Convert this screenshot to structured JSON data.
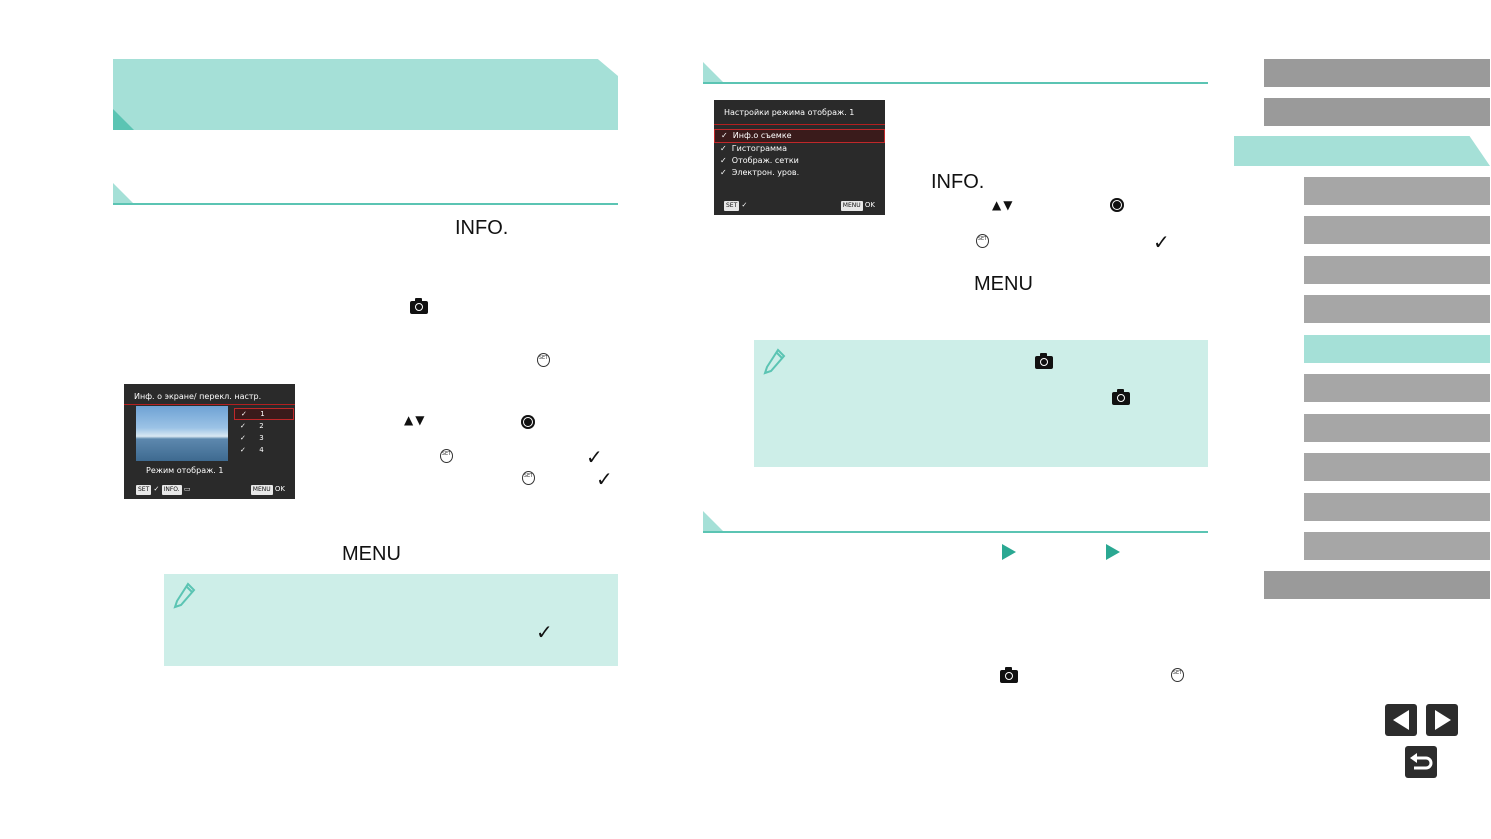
{
  "key_labels": {
    "info": "INFO.",
    "menu": "MENU"
  },
  "screen_custom_display": {
    "title": "Инф. о экране/ перекл. настр.",
    "options": [
      "1",
      "2",
      "3",
      "4"
    ],
    "caption": "Режим отображ. 1",
    "footer_set": "SET",
    "footer_info": "INFO.",
    "footer_menu": "MENU",
    "footer_ok": "OK"
  },
  "screen_display_settings": {
    "title": "Настройки режима отображ. 1",
    "items": [
      "Инф.о съемке",
      "Гистограмма",
      "Отображ. сетки",
      "Электрон. уров."
    ],
    "footer_set": "SET",
    "footer_menu": "MENU",
    "footer_ok": "OK"
  },
  "nav": {
    "items_count": 14,
    "active_index": 8
  },
  "colors": {
    "accent": "#a5e0d7",
    "accent_dark": "#5bc4b3",
    "note_bg": "#cdeee8",
    "nav_gray": "#9a9a9a",
    "play_green": "#2aa892"
  },
  "icons": [
    "camera-icon",
    "set-button-icon",
    "control-dial-icon",
    "checkmark-icon",
    "up-down-arrows-icon",
    "pencil-note-icon",
    "playback-icon",
    "prev-page-icon",
    "next-page-icon",
    "return-icon"
  ]
}
